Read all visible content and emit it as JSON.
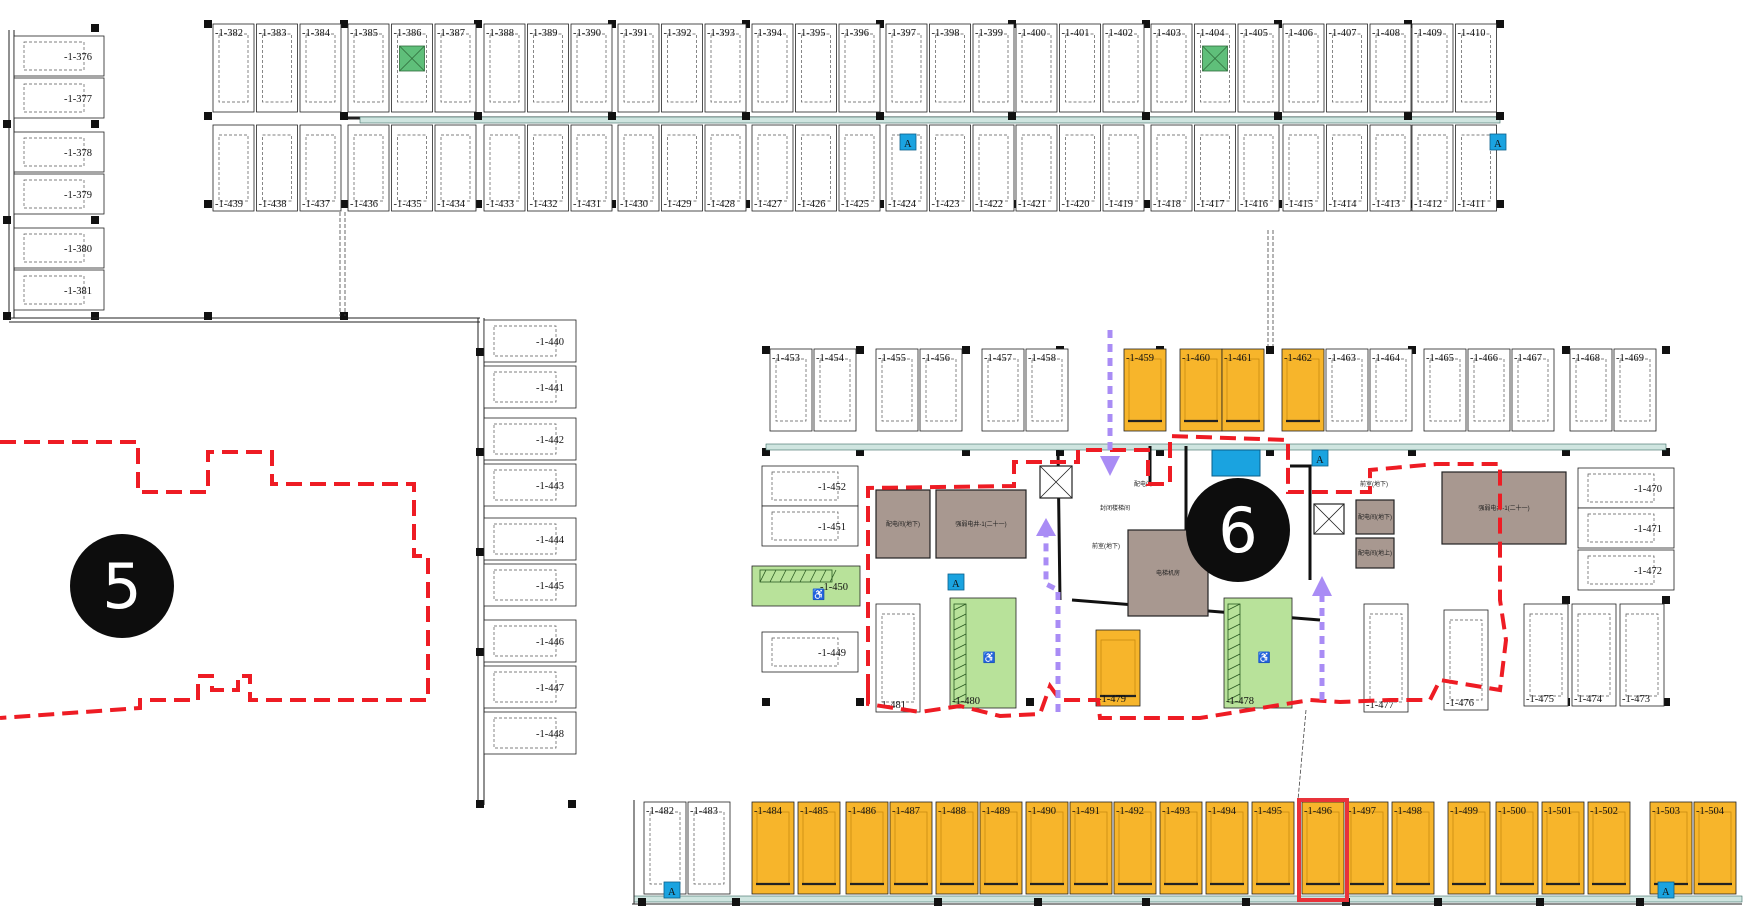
{
  "colors": {
    "background": "#ffffff",
    "line": "#222222",
    "column": "#111111",
    "occupied": "#f7b52b",
    "accessible": "#b8e29a",
    "room": "#a89890",
    "zone_boundary": "#ee1c24",
    "route_arrow": "#a98cf5",
    "highlight": "#e8323a",
    "sign": "#1aa3e0",
    "blocked": "#5fbf7a",
    "zone_marker": "#0d0d0d"
  },
  "icons": [
    "wheelchair-icon",
    "zone-marker-icon",
    "elevator-icon",
    "sign-a-icon",
    "fire-hydrant-icon",
    "arrow-icon"
  ],
  "zones": [
    {
      "id": "zone-5",
      "label": "5"
    },
    {
      "id": "zone-6",
      "label": "6"
    }
  ],
  "selected_space": "-1-496",
  "rows": {
    "top_upper": [
      "-1-382",
      "-1-383",
      "-1-384",
      "-1-385",
      "-1-386",
      "-1-387",
      "-1-388",
      "-1-389",
      "-1-390",
      "-1-391",
      "-1-392",
      "-1-393",
      "-1-394",
      "-1-395",
      "-1-396",
      "-1-397",
      "-1-398",
      "-1-399",
      "-1-400",
      "-1-401",
      "-1-402",
      "-1-403",
      "-1-404",
      "-1-405",
      "-1-406",
      "-1-407",
      "-1-408",
      "-1-409",
      "-1-410"
    ],
    "top_lower": [
      "-1-439",
      "-1-438",
      "-1-437",
      "-1-436",
      "-1-435",
      "-1-434",
      "-1-433",
      "-1-432",
      "-1-431",
      "-1-430",
      "-1-429",
      "-1-428",
      "-1-427",
      "-1-426",
      "-1-425",
      "-1-424",
      "-1-423",
      "-1-422",
      "-1-421",
      "-1-420",
      "-1-419",
      "-1-418",
      "-1-417",
      "-1-416",
      "-1-415",
      "-1-414",
      "-1-413",
      "-1-412",
      "-1-411"
    ],
    "left_col": [
      "-1-376",
      "-1-377",
      "-1-378",
      "-1-379",
      "-1-380",
      "-1-381"
    ],
    "mid_col": [
      "-1-440",
      "-1-441",
      "-1-442",
      "-1-443",
      "-1-444",
      "-1-445",
      "-1-446",
      "-1-447",
      "-1-448"
    ],
    "center_upper": [
      "-1-453",
      "-1-454",
      "-1-455",
      "-1-456",
      "-1-457",
      "-1-458",
      "-1-459",
      "-1-460",
      "-1-461",
      "-1-462",
      "-1-463",
      "-1-464",
      "-1-465",
      "-1-466",
      "-1-467",
      "-1-468",
      "-1-469"
    ],
    "center_left": [
      "-1-452",
      "-1-451",
      "-1-450",
      "-1-449"
    ],
    "center_right": [
      "-1-470",
      "-1-471",
      "-1-472"
    ],
    "center_lower": [
      "-1-481",
      "-1-480",
      "-1-479",
      "-1-478",
      "-1-477",
      "-1-476",
      "-1-475",
      "-1-474",
      "-1-473"
    ],
    "bottom": [
      "-1-482",
      "-1-483",
      "-1-484",
      "-1-485",
      "-1-486",
      "-1-487",
      "-1-488",
      "-1-489",
      "-1-490",
      "-1-491",
      "-1-492",
      "-1-493",
      "-1-494",
      "-1-495",
      "-1-496",
      "-1-497",
      "-1-498",
      "-1-499",
      "-1-500",
      "-1-501",
      "-1-502",
      "-1-503",
      "-1-504"
    ]
  },
  "status": {
    "occupied": [
      "-1-459",
      "-1-460",
      "-1-461",
      "-1-462",
      "-1-479",
      "-1-484",
      "-1-485",
      "-1-486",
      "-1-487",
      "-1-488",
      "-1-489",
      "-1-490",
      "-1-491",
      "-1-492",
      "-1-493",
      "-1-494",
      "-1-495",
      "-1-496",
      "-1-497",
      "-1-498",
      "-1-499",
      "-1-500",
      "-1-501",
      "-1-502",
      "-1-503",
      "-1-504"
    ],
    "accessible": [
      "-1-450",
      "-1-480",
      "-1-478"
    ],
    "blocked": [
      "-1-386",
      "-1-404"
    ]
  },
  "rooms": [
    {
      "id": "room-a",
      "label": "配电间(地下)"
    },
    {
      "id": "room-b",
      "label": "强弱电井-1(二十一)"
    },
    {
      "id": "room-c",
      "label": "电梯机房"
    },
    {
      "id": "room-d",
      "label": "配电间(地下)"
    },
    {
      "id": "room-e",
      "label": "配电间(地上)"
    },
    {
      "id": "room-f",
      "label": "强弱电井-1(二十一)"
    }
  ],
  "annotations": [
    "封闭楼梯间",
    "前室(地下)",
    "前室(地下)",
    "配电间"
  ]
}
